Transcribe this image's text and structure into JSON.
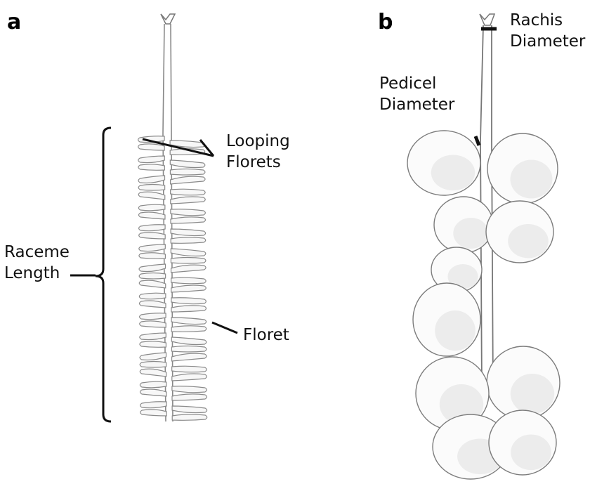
{
  "panels": {
    "a": {
      "panel_label": "a",
      "labels": {
        "raceme_length": [
          "Raceme",
          "Length"
        ],
        "looping_florets": [
          "Looping",
          "Florets"
        ],
        "floret": "Floret"
      }
    },
    "b": {
      "panel_label": "b",
      "labels": {
        "rachis_diameter": [
          "Rachis",
          "Diameter"
        ],
        "pedicel_diameter": [
          "Pedicel",
          "Diameter"
        ]
      }
    }
  },
  "colors": {
    "ink": "#111111",
    "sketch": "#8a8a8a",
    "shade": "#d9d9d9"
  }
}
